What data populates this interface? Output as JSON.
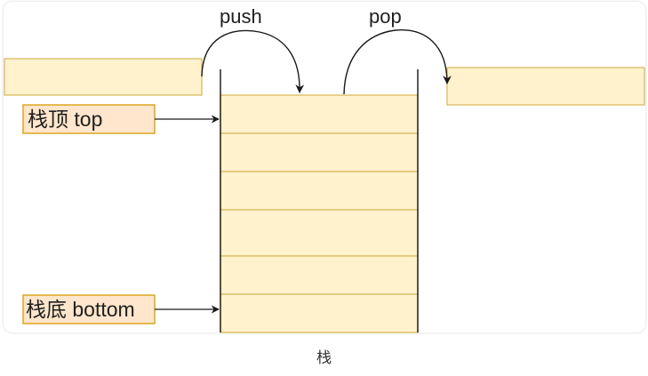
{
  "diagram": {
    "push_label": "push",
    "pop_label": "pop",
    "top_label": "栈顶 top",
    "bottom_label": "栈底 bottom",
    "caption": "栈",
    "stack_cell_count": 6
  },
  "colors": {
    "cell_fill": "#FFF2CC",
    "cell_stroke": "#D6B656",
    "label_fill": "#FFE6CC",
    "label_stroke": "#D79B00",
    "outline": "#000000",
    "arrow": "#1a1a1a"
  },
  "icons": {
    "arrowhead": "arrowhead-icon"
  }
}
